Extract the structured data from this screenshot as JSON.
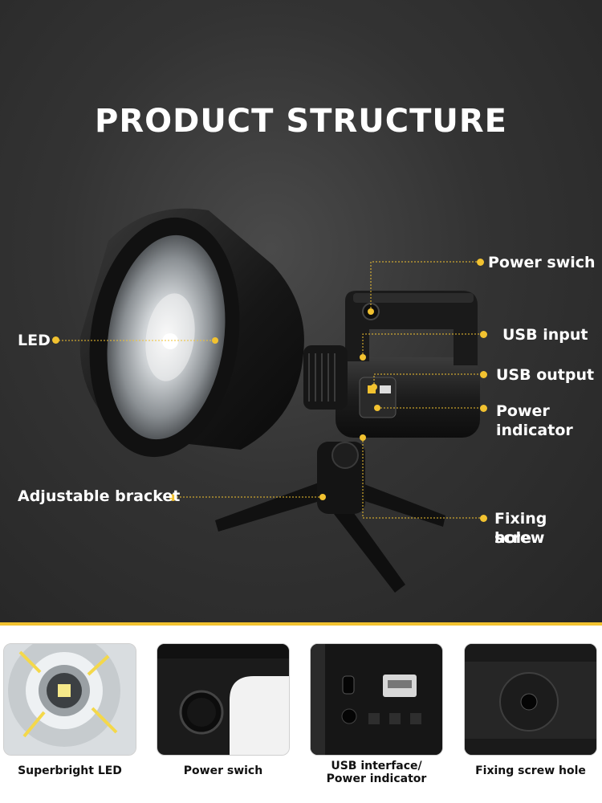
{
  "title": "PRODUCT STRUCTURE",
  "callouts": {
    "led": "LED",
    "power_switch": "Power swich",
    "usb_input": "USB input",
    "usb_output": "USB output",
    "power_indicator_line1": "Power",
    "power_indicator_line2": "indicator",
    "adjustable_bracket": "Adjustable bracket",
    "fixing_screw_line1": "Fixing screw",
    "fixing_screw_line2": "hole"
  },
  "thumbnails": [
    {
      "label_line1": "Superbright LED",
      "label_line2": ""
    },
    {
      "label_line1": "Power swich",
      "label_line2": ""
    },
    {
      "label_line1": "USB interface/",
      "label_line2": "Power indicator"
    },
    {
      "label_line1": "Fixing screw hole",
      "label_line2": ""
    }
  ],
  "colors": {
    "accent": "#f2c230",
    "background_dark": "#2f2f2f",
    "text_light": "#ffffff"
  }
}
